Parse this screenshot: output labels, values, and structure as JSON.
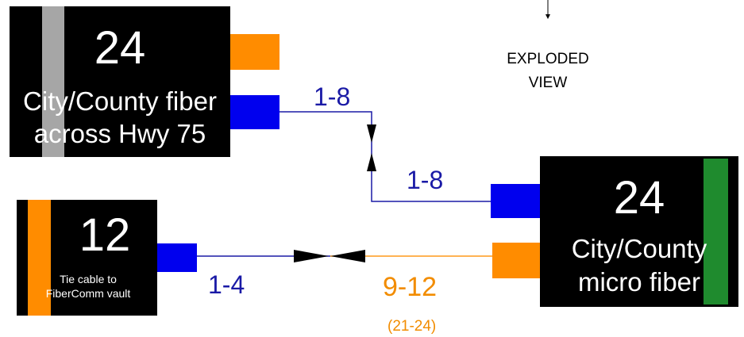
{
  "colors": {
    "background": "#ffffff",
    "box": "#000000",
    "text_on_box": "#ffffff",
    "gray_stripe": "#a6a6a6",
    "orange": "#ff8c00",
    "blue": "#0000ee",
    "green": "#1f8b2e",
    "line_blue": "#1a1aa6",
    "line_orange": "#ff9a1a",
    "label_orange": "#f28c00"
  },
  "note": {
    "lines": [
      "EXPLODED",
      "VIEW"
    ]
  },
  "cables": {
    "top_left": {
      "count": "24",
      "label_lines": [
        "City/County fiber",
        "across Hwy 75"
      ]
    },
    "bottom_left": {
      "count": "12",
      "label_lines": [
        "Tie cable to",
        "FiberComm vault"
      ]
    },
    "right": {
      "count": "24",
      "label_lines": [
        "City/County",
        "micro fiber"
      ]
    }
  },
  "fiber_labels": {
    "top_upper": "1-8",
    "top_lower": "1-8",
    "bottom_left": "1-4",
    "bottom_right": "9-12",
    "bottom_right_sub": "(21-24)"
  }
}
